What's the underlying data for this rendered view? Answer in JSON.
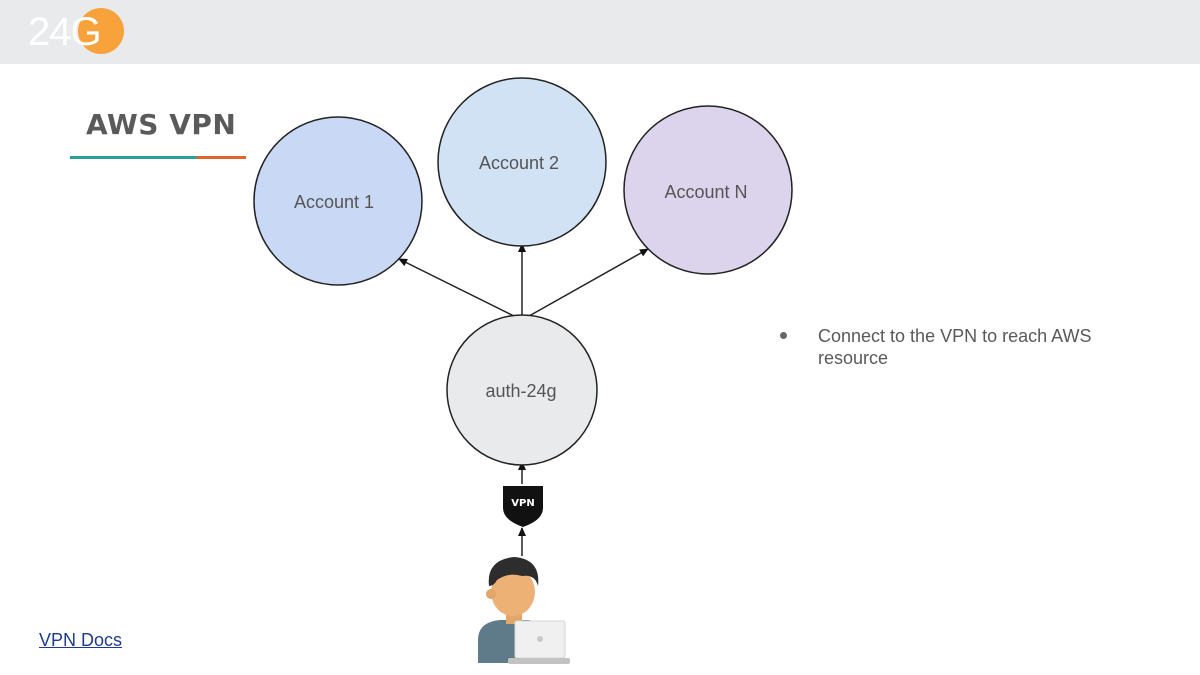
{
  "header": {
    "logo_text": "24G",
    "logo_color": "#f7a23a"
  },
  "slide": {
    "title": "AWS VPN"
  },
  "diagram": {
    "nodes": {
      "account_1": "Account 1",
      "account_2": "Account 2",
      "account_n": "Account N",
      "auth": "auth-24g"
    },
    "shield_label": "VPN",
    "colors": {
      "account_1": "#c9d9f5",
      "account_2": "#d0e2f4",
      "account_n": "#dcd3ec",
      "auth": "#e8eaeb"
    }
  },
  "bullets": [
    "Connect to the VPN to reach AWS resource"
  ],
  "footer": {
    "docs_link": "VPN Docs"
  }
}
